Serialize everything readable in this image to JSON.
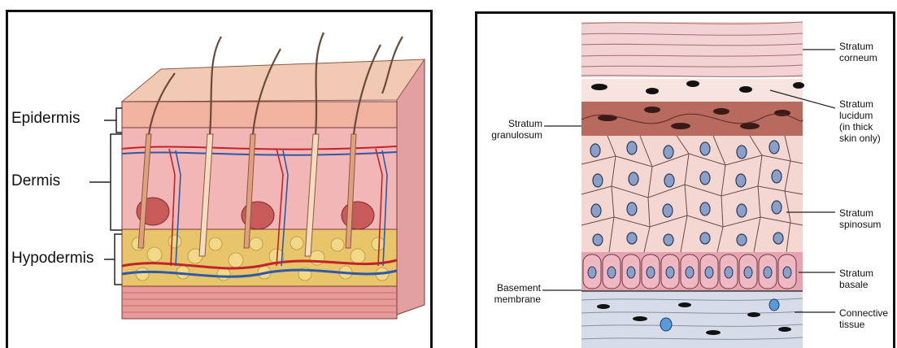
{
  "left_diagram": {
    "labels": {
      "epidermis": "Epidermis",
      "dermis": "Dermis",
      "hypodermis": "Hypodermis"
    }
  },
  "right_diagram": {
    "labels": {
      "stratum_corneum_1": "Stratum",
      "stratum_corneum_2": "corneum",
      "stratum_lucidum_1": "Stratum",
      "stratum_lucidum_2": "lucidum",
      "stratum_lucidum_3": "(in thick",
      "stratum_lucidum_4": "skin only)",
      "stratum_granulosum_1": "Stratum",
      "stratum_granulosum_2": "granulosum",
      "stratum_spinosum_1": "Stratum",
      "stratum_spinosum_2": "spinosum",
      "stratum_basale_1": "Stratum",
      "stratum_basale_2": "basale",
      "basement_membrane_1": "Basement",
      "basement_membrane_2": "membrane",
      "connective_tissue_1": "Connective",
      "connective_tissue_2": "tissue"
    }
  },
  "colors": {
    "epidermis": "#f2c9b3",
    "dermis": "#f0a8a8",
    "hypodermis": "#e8c46a",
    "muscle": "#e79a9a",
    "corneum": "#f2d2d2",
    "granulosum": "#b86a5e",
    "spinosum": "#f5d7d2",
    "basale": "#e8a3b0",
    "connective": "#d7dde8",
    "nucleus": "#8aa0c8",
    "artery": "#c0242a",
    "vein": "#2d5aa8"
  }
}
